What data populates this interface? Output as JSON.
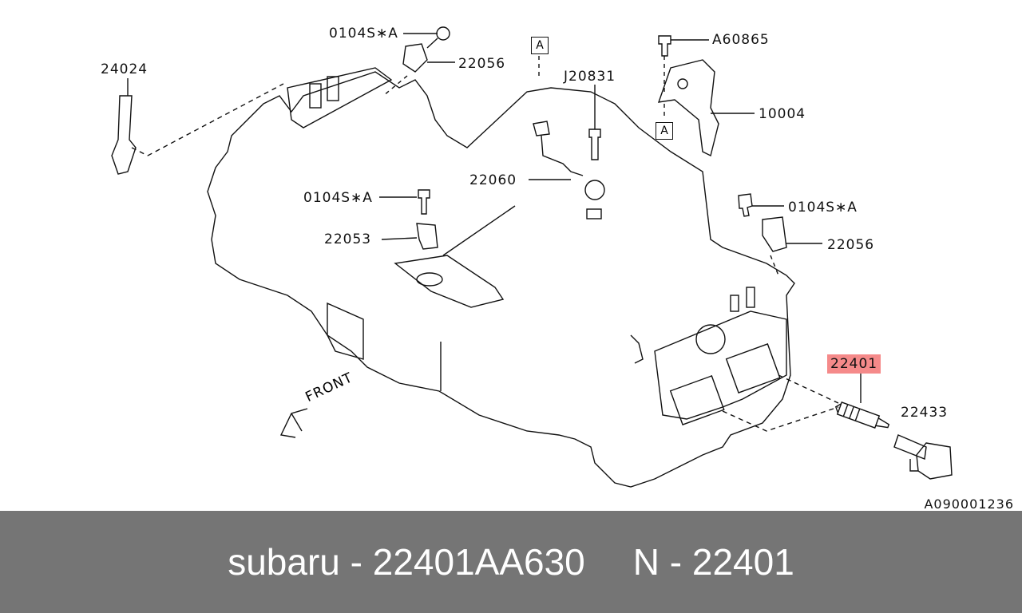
{
  "labels": {
    "l_24024": "24024",
    "l_0104s_top": "0104S∗A",
    "l_22056_top": "22056",
    "l_a60865": "A60865",
    "l_j20831": "J20831",
    "l_10004": "10004",
    "l_22060": "22060",
    "l_0104s_mid": "0104S∗A",
    "l_22053": "22053",
    "l_0104s_right": "0104S∗A",
    "l_22056_right": "22056",
    "l_22401": "22401",
    "l_22433": "22433",
    "marker_a_top": "A",
    "marker_a_right": "A",
    "front": "FRONT",
    "ref_code": "A090001236"
  },
  "highlight_color": "#f58a8a",
  "footer": {
    "brand_part": "subaru - 22401AA630",
    "ref_part": "N - 22401",
    "background": "#757575"
  }
}
